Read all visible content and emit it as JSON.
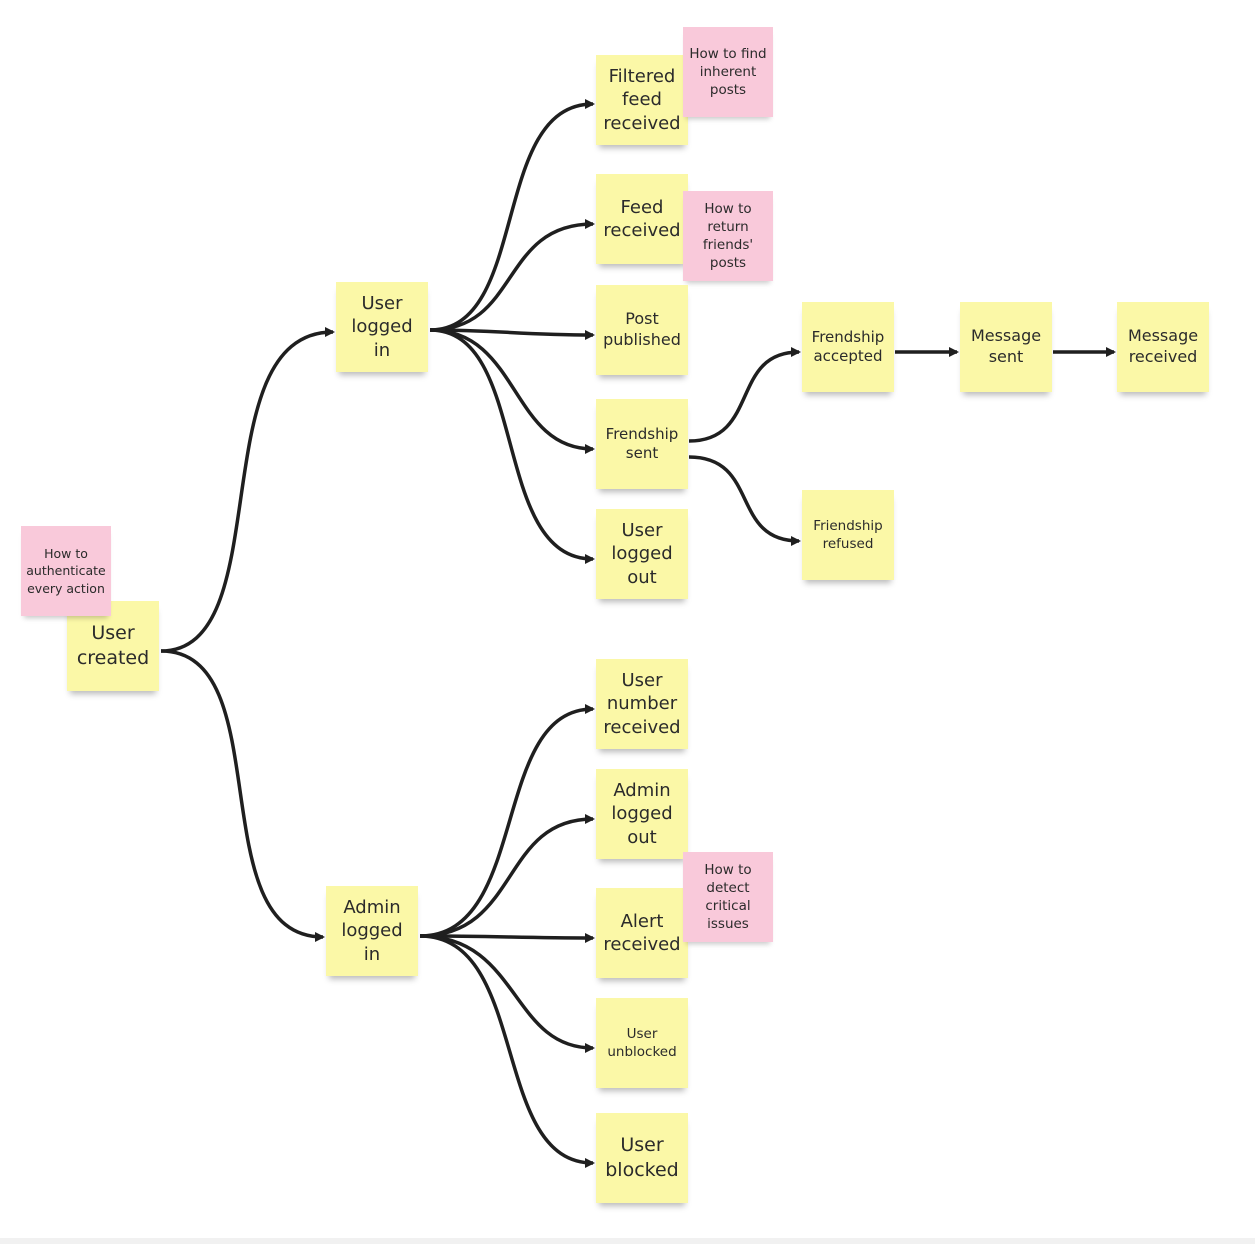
{
  "events": {
    "user_created": "User\ncreated",
    "user_logged_in": "User\nlogged\nin",
    "admin_logged_in": "Admin\nlogged\nin",
    "filtered_feed_received": "Filtered\nfeed\nreceived",
    "feed_received": "Feed\nreceived",
    "post_published": "Post\npublished",
    "frendship_sent": "Frendship\nsent",
    "user_logged_out": "User\nlogged\nout",
    "frendship_accepted": "Frendship\naccepted",
    "frendship_refused": "Friendship\nrefused",
    "message_sent": "Message\nsent",
    "message_received": "Message\nreceived",
    "user_number_received": "User\nnumber\nreceived",
    "admin_logged_out": "Admin\nlogged\nout",
    "alert_received": "Alert\nreceived",
    "user_unblocked": "User\nunblocked",
    "user_blocked": "User\nblocked"
  },
  "questions": {
    "authenticate": "How to\nauthenticate\nevery action",
    "inherent_posts": "How to find\ninherent\nposts",
    "friends_posts": "How to\nreturn\nfriends'\nposts",
    "critical_issues": "How to\ndetect\ncritical\nissues"
  },
  "colors": {
    "event_sticky": "#fbf8a7",
    "question_sticky": "#f9c9da",
    "connector": "#1f1f1f"
  }
}
